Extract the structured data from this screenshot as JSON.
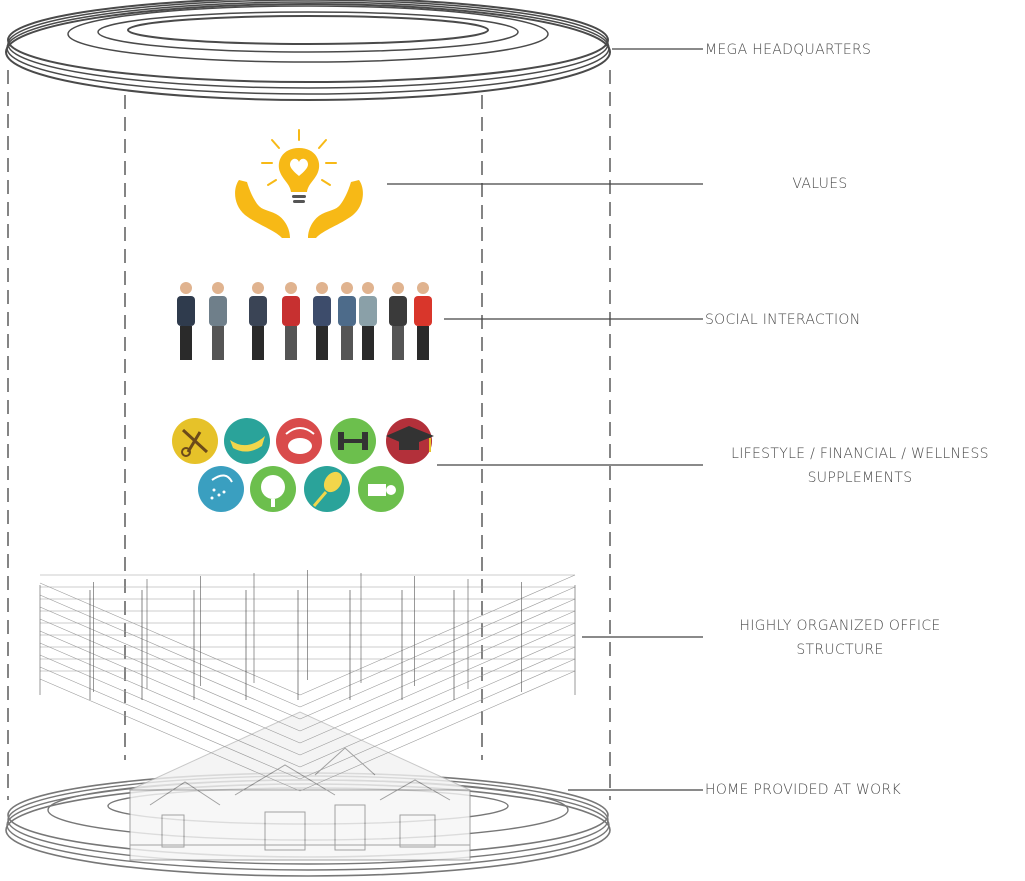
{
  "labels": {
    "mega_headquarters": "MEGA HEADQUARTERS",
    "values": "VALUES",
    "social_interaction": "SOCIAL INTERACTION",
    "lifestyle_line1": "LIFESTYLE / FINANCIAL / WELLNESS",
    "lifestyle_line2": "SUPPLEMENTS",
    "office_line1": "HIGHLY ORGANIZED OFFICE",
    "office_line2": "STRUCTURE",
    "home": "HOME PROVIDED AT WORK"
  },
  "icons": {
    "values": "lightbulb-heart-in-hands-icon",
    "social": "business-people-group",
    "lifestyle": [
      "tools-icon",
      "boat-icon",
      "piggy-bank-icon",
      "dumbbell-icon",
      "graduation-cap-icon",
      "shower-icon",
      "golf-ball-icon",
      "tennis-racket-icon",
      "vacuum-icon"
    ],
    "office": "office-grid-structure",
    "home": "house-sketch"
  },
  "colors": {
    "accent_yellow": "#f7b916",
    "line": "#444444",
    "ring": "#555555",
    "icon_yellow": "#e6c229",
    "icon_teal": "#2aa39a",
    "icon_red": "#d94b4b",
    "icon_green": "#6cbf4d",
    "icon_darkred": "#b3303a",
    "icon_blue": "#3a9fc0"
  }
}
